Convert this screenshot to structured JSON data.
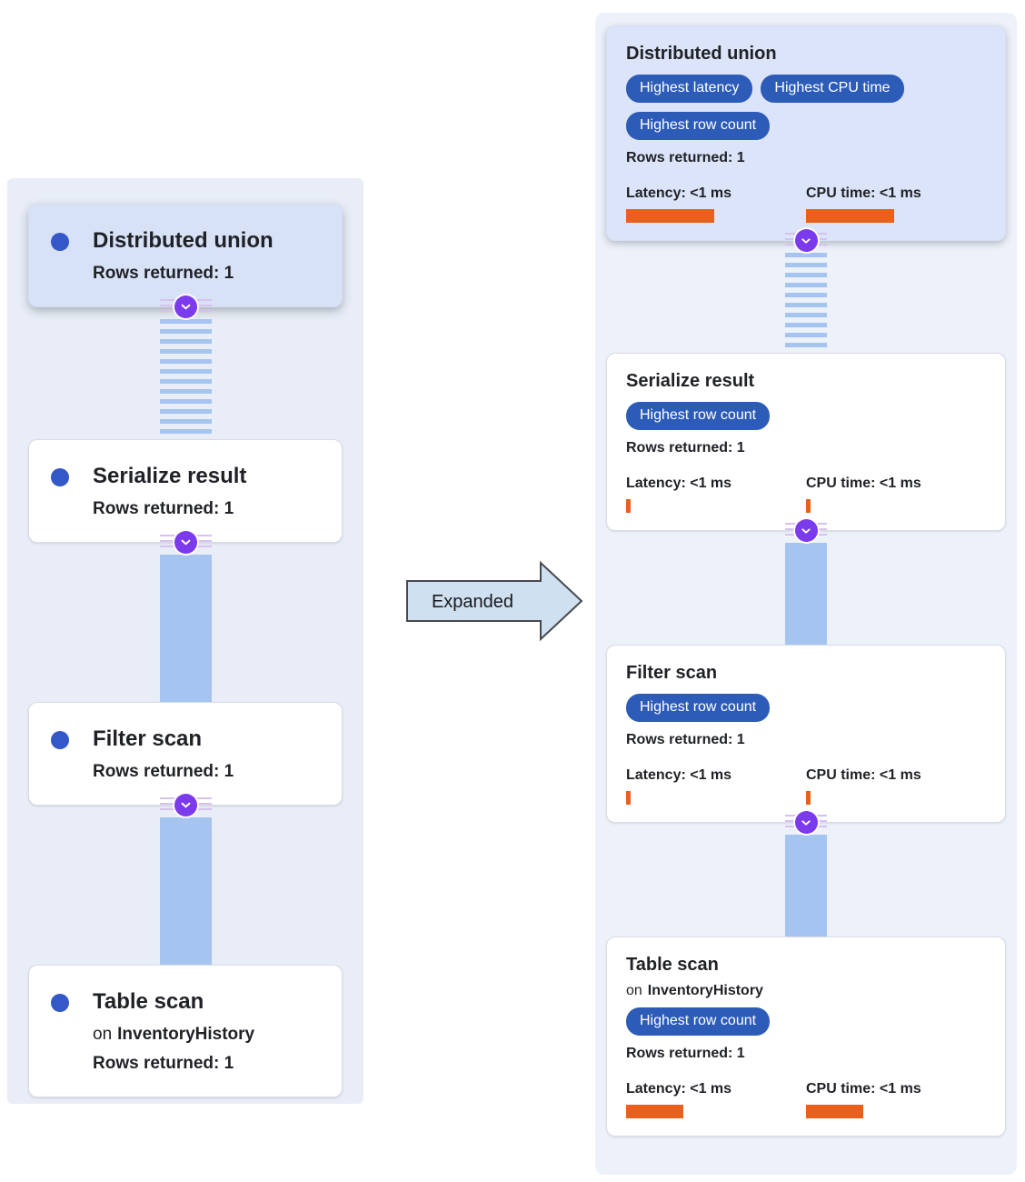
{
  "colors": {
    "badge_blue": "#2d5bb8",
    "node_dot_blue": "#3558c8",
    "connector_purple": "#7c3aed",
    "connector_blue": "#a5c4ef",
    "metric_bar_orange": "#e8611c",
    "selected_card_blue": "#d8e2f7",
    "panel_background": "#e8edf7"
  },
  "arrow": {
    "label": "Expanded"
  },
  "collapsed": {
    "nodes": [
      {
        "title": "Distributed union",
        "rows": "Rows returned: 1"
      },
      {
        "title": "Serialize result",
        "rows": "Rows returned: 1"
      },
      {
        "title": "Filter scan",
        "rows": "Rows returned: 1"
      },
      {
        "title": "Table scan",
        "on_prefix": "on",
        "table": "InventoryHistory",
        "rows": "Rows returned: 1"
      }
    ]
  },
  "expanded": {
    "nodes": [
      {
        "title": "Distributed union",
        "badges": [
          "Highest latency",
          "Highest CPU time",
          "Highest row count"
        ],
        "rows": "Rows returned: 1",
        "latency": "Latency: <1 ms",
        "cpu": "CPU time: <1 ms"
      },
      {
        "title": "Serialize result",
        "badges": [
          "Highest row count"
        ],
        "rows": "Rows returned: 1",
        "latency": "Latency: <1 ms",
        "cpu": "CPU time: <1 ms"
      },
      {
        "title": "Filter scan",
        "badges": [
          "Highest row count"
        ],
        "rows": "Rows returned: 1",
        "latency": "Latency: <1 ms",
        "cpu": "CPU time: <1 ms"
      },
      {
        "title": "Table scan",
        "on_prefix": "on",
        "table": "InventoryHistory",
        "badges": [
          "Highest row count"
        ],
        "rows": "Rows returned: 1",
        "latency": "Latency: <1 ms",
        "cpu": "CPU time: <1 ms"
      }
    ]
  }
}
